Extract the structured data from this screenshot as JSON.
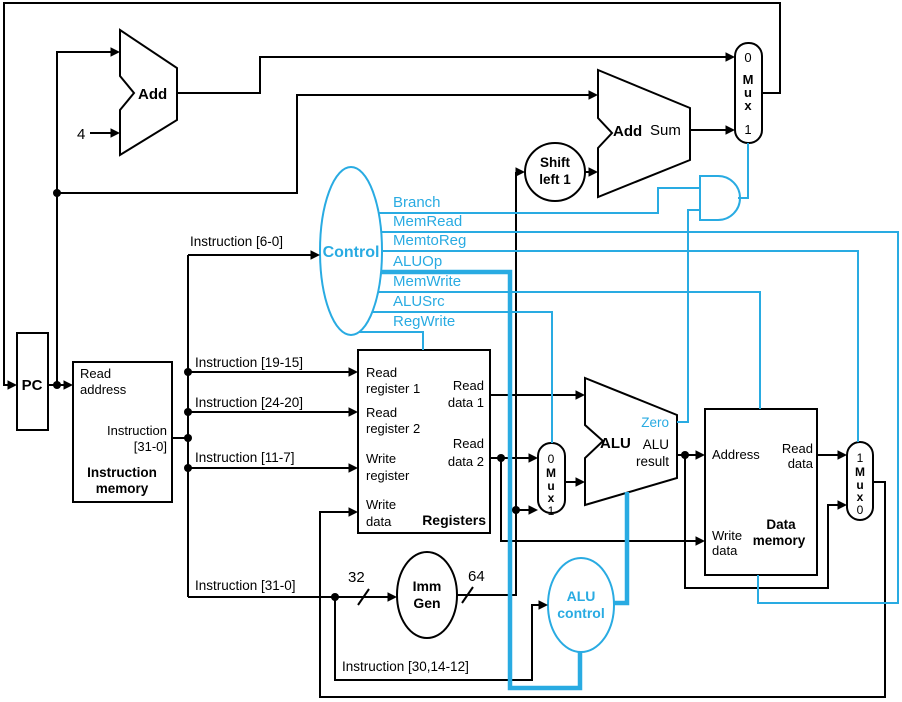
{
  "colors": {
    "wire": "#000000",
    "control": "#29ABE2"
  },
  "pc": "PC",
  "const4": "4",
  "adders": {
    "pc_add": "Add",
    "branch_add": "Add",
    "sum": "Sum"
  },
  "shift_left": [
    "Shift",
    "left 1"
  ],
  "instruction_memory": {
    "read_address": [
      "Read",
      "address"
    ],
    "output": [
      "Instruction",
      "[31-0]"
    ],
    "title": [
      "Instruction",
      "memory"
    ]
  },
  "instruction_fields": [
    "Instruction [6-0]",
    "Instruction [19-15]",
    "Instruction [24-20]",
    "Instruction [11-7]",
    "Instruction [31-0]",
    "Instruction [30,14-12]"
  ],
  "registers": {
    "read_register_1": [
      "Read",
      "register 1"
    ],
    "read_register_2": [
      "Read",
      "register 2"
    ],
    "write_register": [
      "Write",
      "register"
    ],
    "write_data": [
      "Write",
      "data"
    ],
    "read_data_1": [
      "Read",
      "data 1"
    ],
    "read_data_2": [
      "Read",
      "data 2"
    ],
    "title": "Registers"
  },
  "imm_gen": {
    "label": [
      "Imm",
      "Gen"
    ],
    "input_width": "32",
    "output_width": "64"
  },
  "alu": {
    "title": "ALU",
    "zero": "Zero",
    "result": [
      "ALU",
      "result"
    ]
  },
  "alu_control": [
    "ALU",
    "control"
  ],
  "control": {
    "title": "Control",
    "signals": [
      "Branch",
      "MemRead",
      "MemtoReg",
      "ALUOp",
      "MemWrite",
      "ALUSrc",
      "RegWrite"
    ]
  },
  "data_memory": {
    "address": "Address",
    "read_data": [
      "Read",
      "data"
    ],
    "write_data": [
      "Write",
      "data"
    ],
    "title": [
      "Data",
      "memory"
    ]
  },
  "muxes": {
    "pc_mux": [
      "0",
      "M",
      "u",
      "x",
      "1"
    ],
    "alu_mux": [
      "0",
      "M",
      "u",
      "x",
      "1"
    ],
    "wb_mux": [
      "1",
      "M",
      "u",
      "x",
      "0"
    ]
  }
}
